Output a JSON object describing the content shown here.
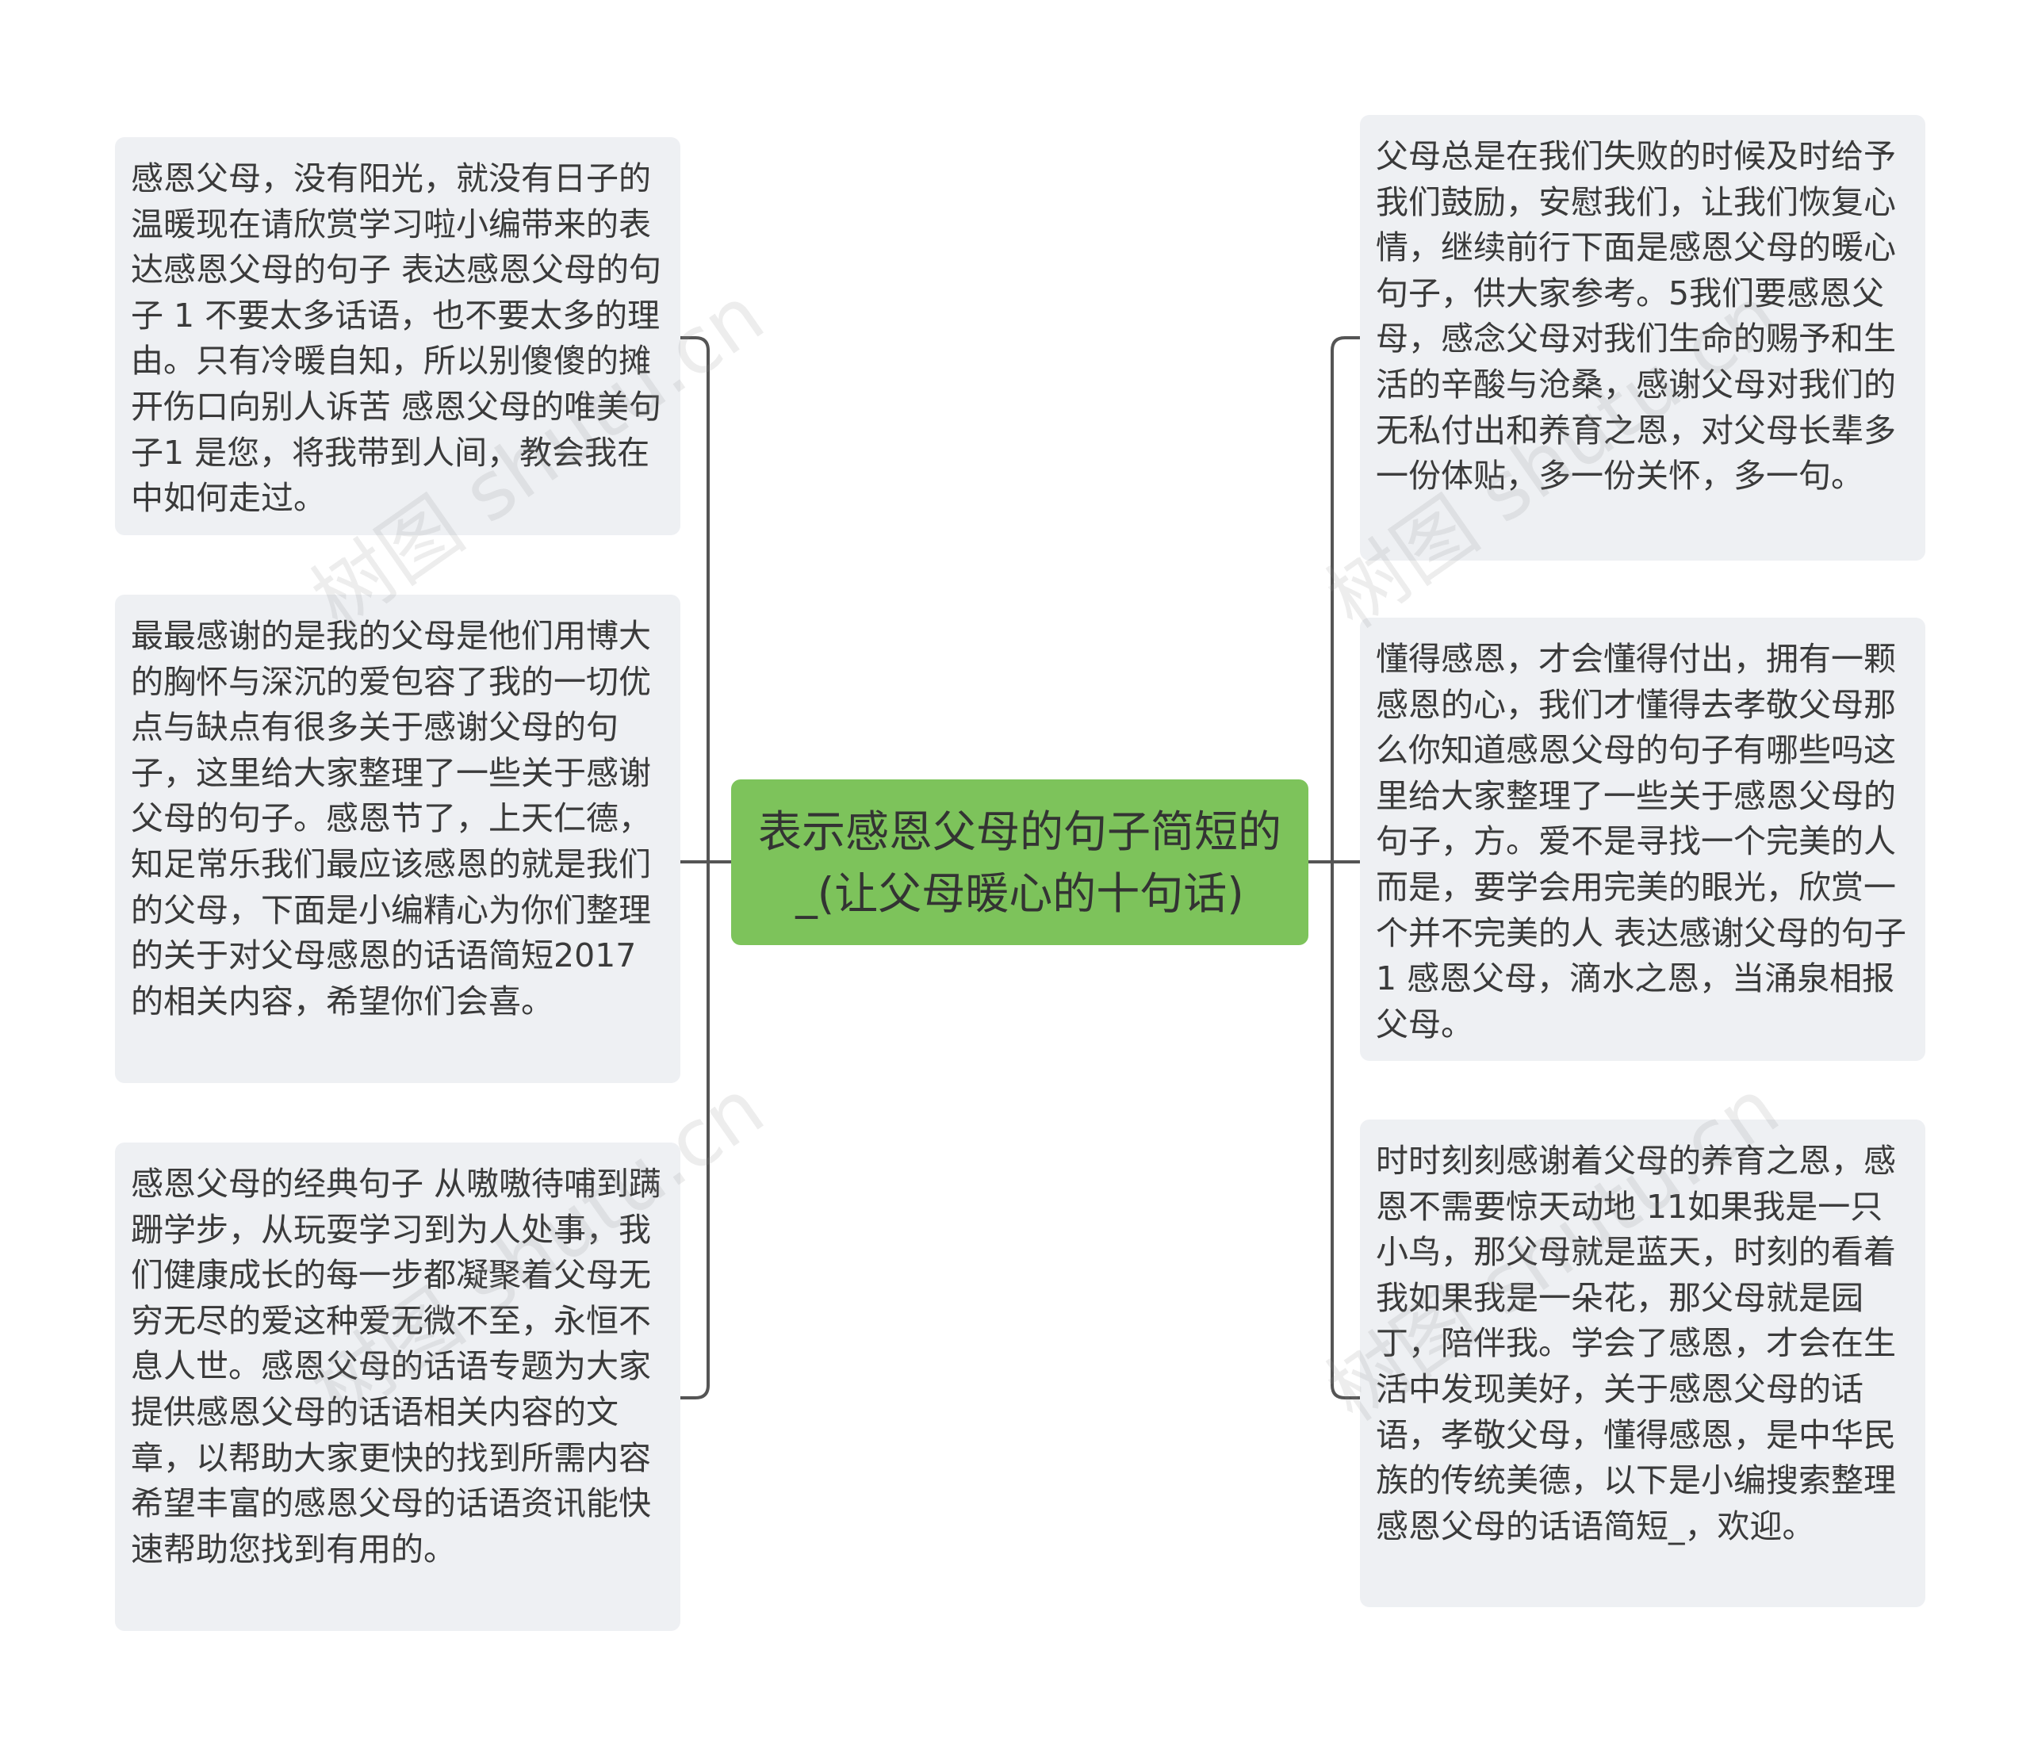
{
  "root": {
    "text": "表示感恩父母的句子简短的_(让父母暖心的十句话)"
  },
  "left_nodes": [
    {
      "text": "感恩父母，没有阳光，就没有日子的温暖现在请欣赏学习啦小编带来的表达感恩父母的句子 表达感恩父母的句子 1 不要太多话语，也不要太多的理由。只有冷暖自知，所以别傻傻的摊开伤口向别人诉苦 感恩父母的唯美句子1 是您，将我带到人间，教会我在中如何走过。"
    },
    {
      "text": "最最感谢的是我的父母是他们用博大的胸怀与深沉的爱包容了我的一切优点与缺点有很多关于感谢父母的句子，这里给大家整理了一些关于感谢父母的句子。感恩节了，上天仁德，知足常乐我们最应该感恩的就是我们的父母，下面是小编精心为你们整理的关于对父母感恩的话语简短2017的相关内容，希望你们会喜。"
    },
    {
      "text": "感恩父母的经典句子 从嗷嗷待哺到蹒跚学步，从玩耍学习到为人处事，我们健康成长的每一步都凝聚着父母无穷无尽的爱这种爱无微不至，永恒不息人世。感恩父母的话语专题为大家提供感恩父母的话语相关内容的文章，以帮助大家更快的找到所需内容希望丰富的感恩父母的话语资讯能快速帮助您找到有用的。"
    }
  ],
  "right_nodes": [
    {
      "text": "父母总是在我们失败的时候及时给予我们鼓励，安慰我们，让我们恢复心情，继续前行下面是感恩父母的暖心句子，供大家参考。5我们要感恩父母，感念父母对我们生命的赐予和生活的辛酸与沧桑，感谢父母对我们的无私付出和养育之恩，对父母长辈多一份体贴，多一份关怀，多一句。"
    },
    {
      "text": "懂得感恩，才会懂得付出，拥有一颗感恩的心，我们才懂得去孝敬父母那么你知道感恩父母的句子有哪些吗这里给大家整理了一些关于感恩父母的句子，方。爱不是寻找一个完美的人而是，要学会用完美的眼光，欣赏一个并不完美的人 表达感谢父母的句子 1 感恩父母，滴水之恩，当涌泉相报父母。"
    },
    {
      "text": "时时刻刻感谢着父母的养育之恩，感恩不需要惊天动地 11如果我是一只小鸟，那父母就是蓝天，时刻的看着我如果我是一朵花，那父母就是园丁，陪伴我。学会了感恩，才会在生活中发现美好，关于感恩父母的话语，孝敬父母，懂得感恩，是中华民族的传统美德，以下是小编搜索整理感恩父母的话语简短_，欢迎。"
    }
  ],
  "watermark": "树图 shutu.cn",
  "colors": {
    "root_bg": "#7dc35b",
    "node_bg": "#eef0f3",
    "line": "#555555"
  }
}
